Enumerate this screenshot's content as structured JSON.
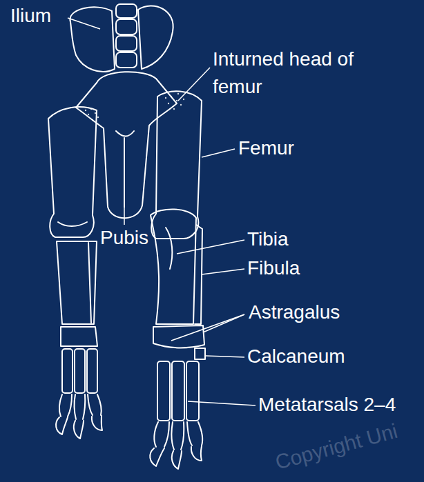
{
  "diagram": {
    "labels": [
      "Ilium",
      "Inturned head of femur",
      "Femur",
      "Pubis",
      "Tibia",
      "Fibula",
      "Astragalus",
      "Calcaneum",
      "Metatarsals 2–4",
      "Copyright Uni"
    ]
  }
}
